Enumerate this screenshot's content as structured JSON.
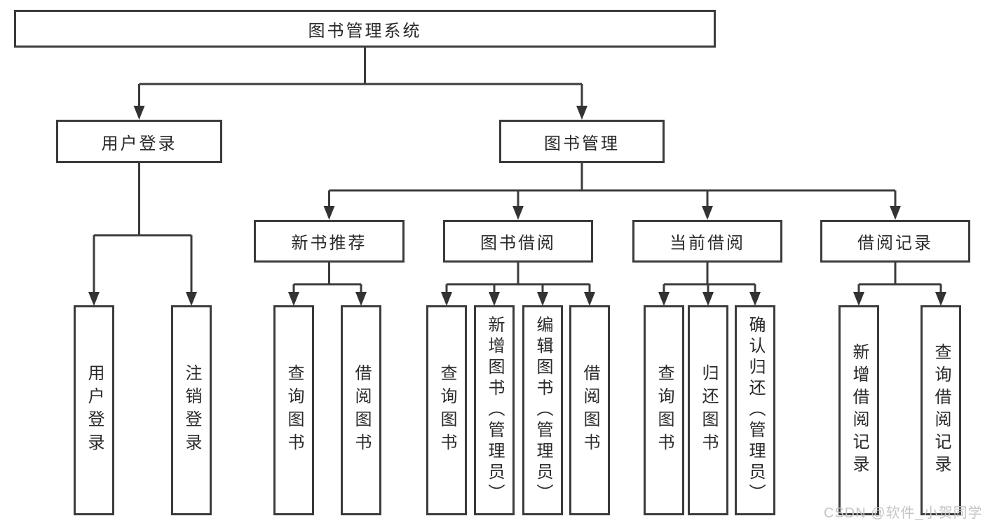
{
  "system": {
    "label": "图书管理系统"
  },
  "user_login": {
    "label": "用户登录",
    "children": [
      {
        "label": "用户登录"
      },
      {
        "label": "注销登录"
      }
    ]
  },
  "book_management": {
    "label": "图书管理",
    "sections": [
      {
        "label": "新书推荐",
        "children": [
          {
            "label": "查询图书"
          },
          {
            "label": "借阅图书"
          }
        ]
      },
      {
        "label": "图书借阅",
        "children": [
          {
            "label": "查询图书"
          },
          {
            "label": "新增图书（管理员）"
          },
          {
            "label": "编辑图书（管理员）"
          },
          {
            "label": "借阅图书"
          }
        ]
      },
      {
        "label": "当前借阅",
        "children": [
          {
            "label": "查询图书"
          },
          {
            "label": "归还图书"
          },
          {
            "label": "确认归还（管理员）"
          }
        ]
      },
      {
        "label": "借阅记录",
        "children": [
          {
            "label": "新增借阅记录"
          },
          {
            "label": "查询借阅记录"
          }
        ]
      }
    ]
  },
  "watermark": {
    "text": "CSDN @软件_小贺同学"
  },
  "colors": {
    "background": "#ffffff",
    "box_border": "#3b3b3b",
    "connector_line": "#3b3b3b",
    "arrowhead": "#333333",
    "text": "#2a2a2a",
    "watermark_text": "#c4c4c4"
  }
}
